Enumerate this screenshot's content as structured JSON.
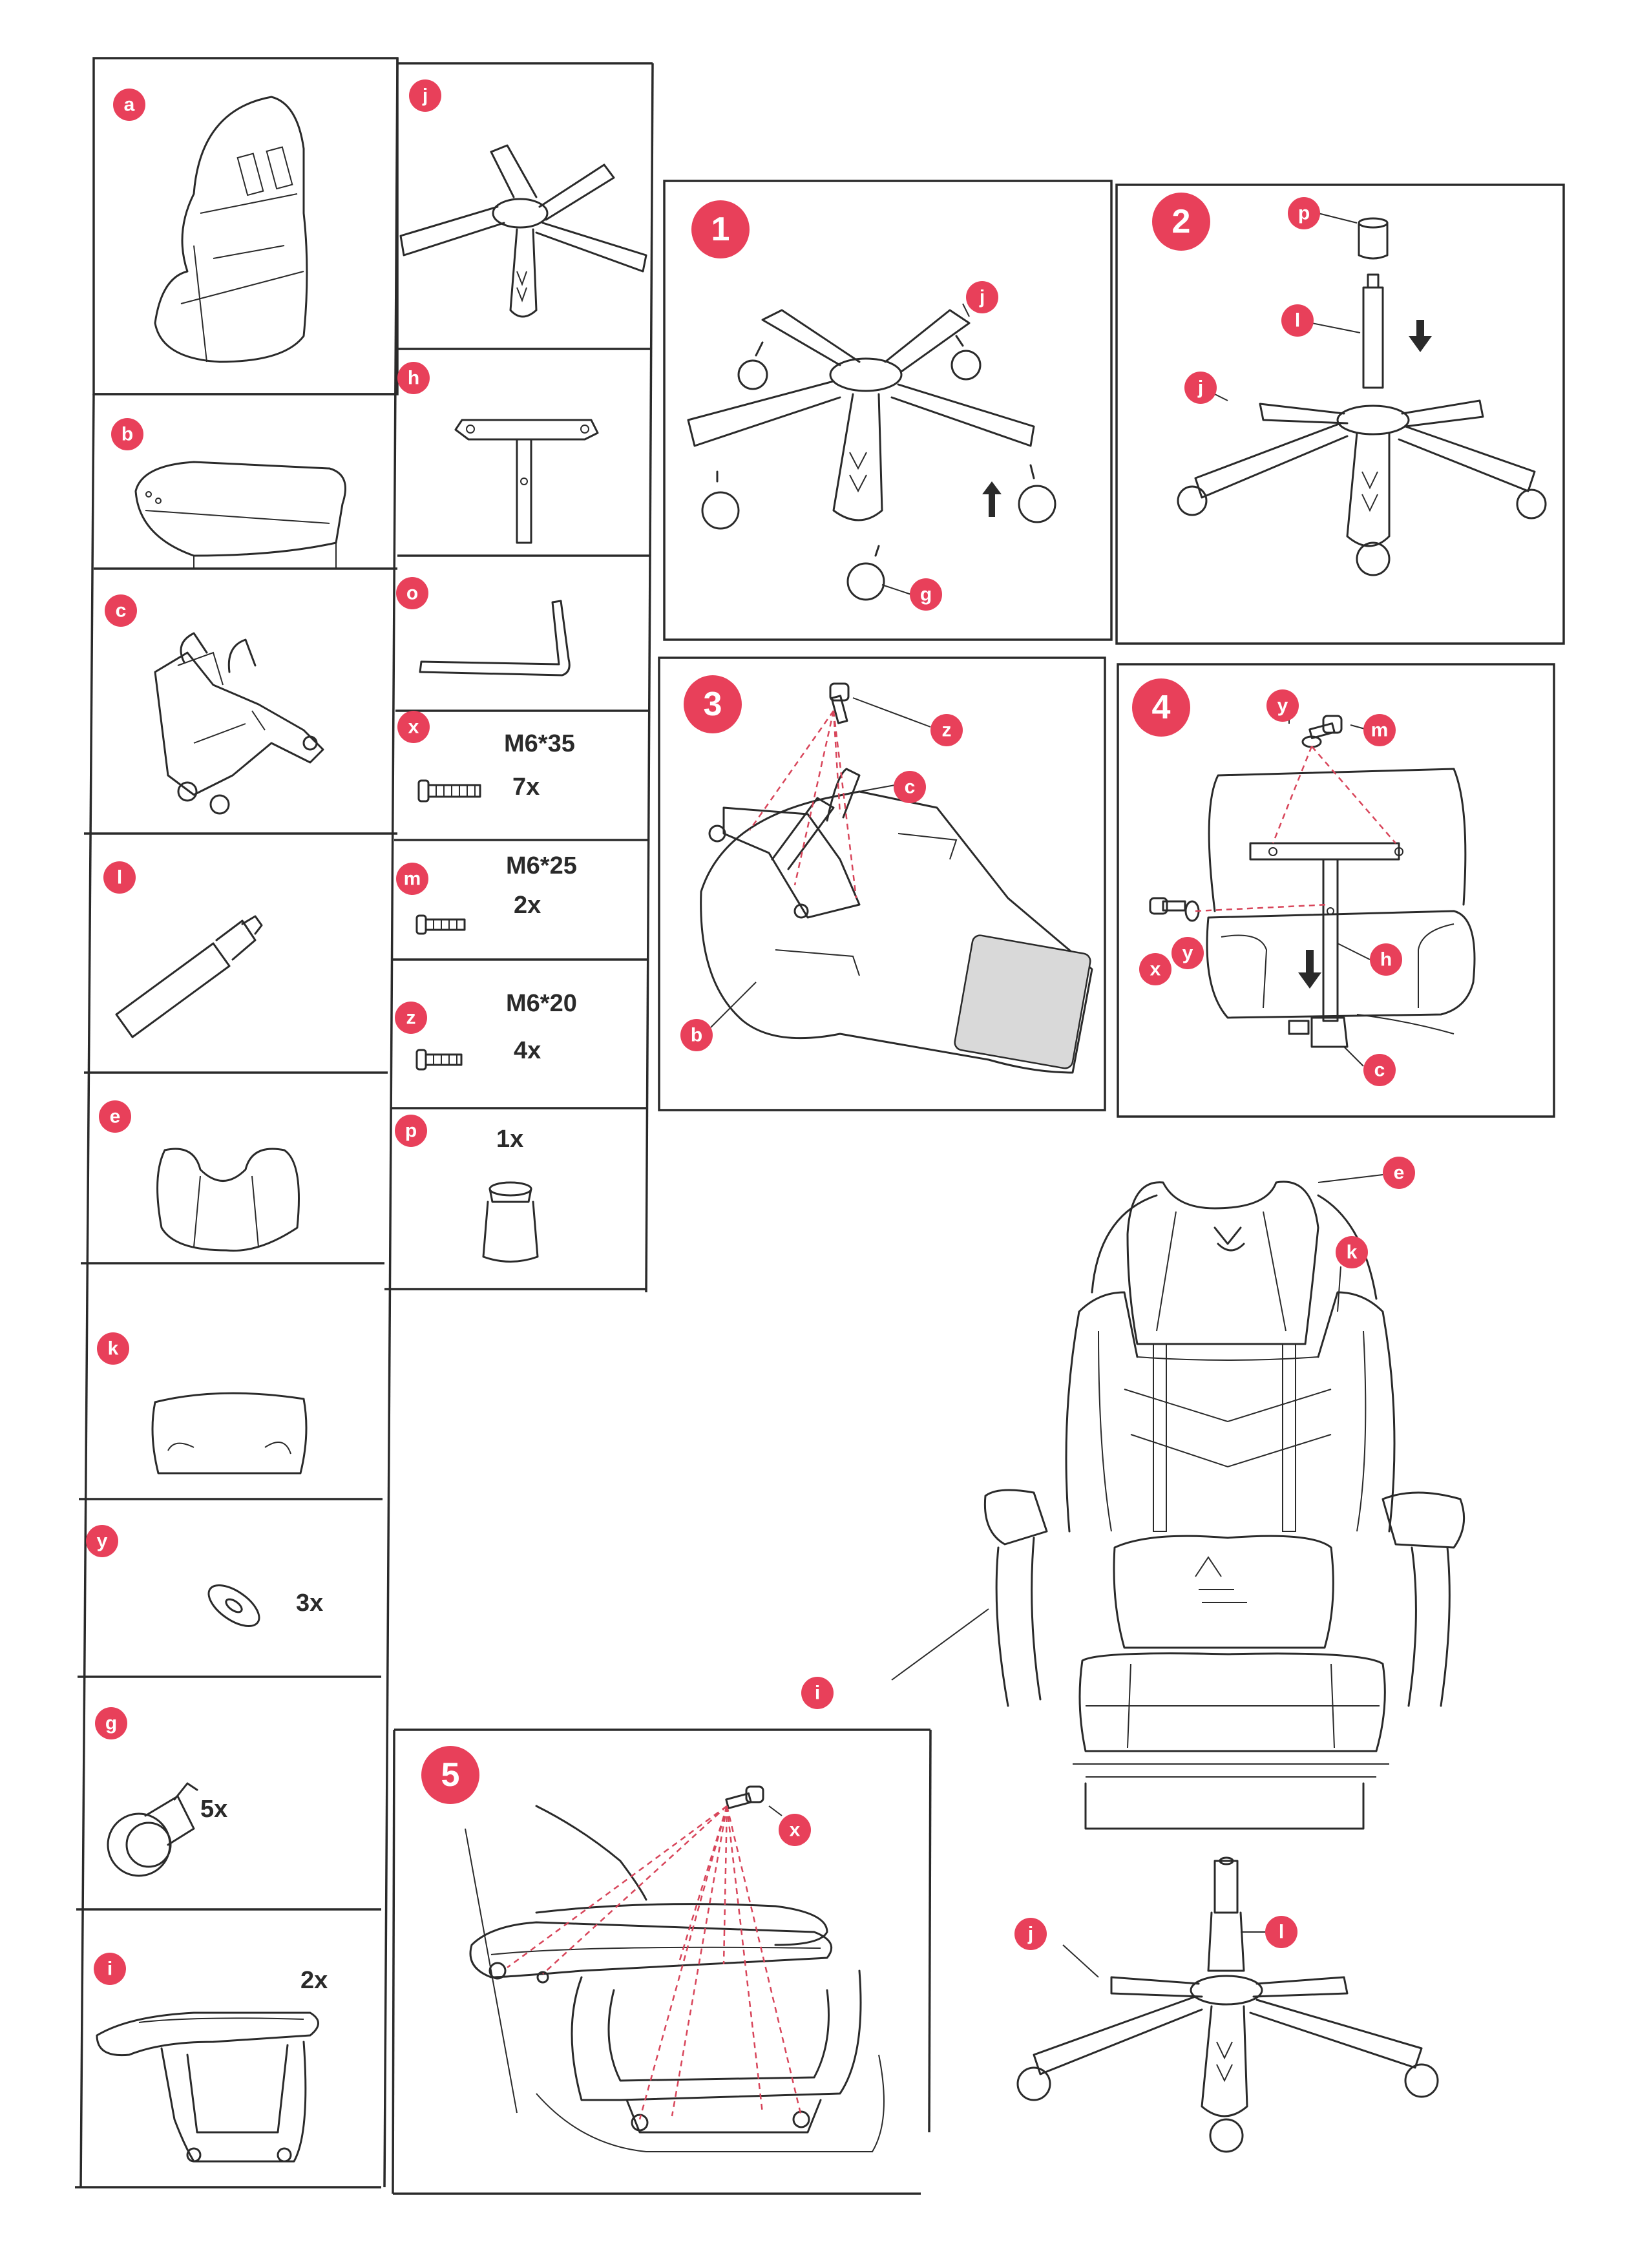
{
  "parts": [
    {
      "letter": "a"
    },
    {
      "letter": "b"
    },
    {
      "letter": "c"
    },
    {
      "letter": "l"
    },
    {
      "letter": "e"
    },
    {
      "letter": "k"
    },
    {
      "letter": "y",
      "qty": "3x"
    },
    {
      "letter": "g",
      "qty": "5x"
    },
    {
      "letter": "i",
      "qty": "2x"
    },
    {
      "letter": "j"
    },
    {
      "letter": "h"
    },
    {
      "letter": "o"
    },
    {
      "letter": "x",
      "spec": "M6*35",
      "qty": "7x"
    },
    {
      "letter": "m",
      "spec": "M6*25",
      "qty": "2x"
    },
    {
      "letter": "z",
      "spec": "M6*20",
      "qty": "4x"
    },
    {
      "letter": "p",
      "qty": "1x"
    }
  ],
  "steps": [
    {
      "number": "1",
      "labels": [
        "j",
        "g"
      ]
    },
    {
      "number": "2",
      "labels": [
        "p",
        "l",
        "j"
      ]
    },
    {
      "number": "3",
      "labels": [
        "z",
        "c",
        "b"
      ]
    },
    {
      "number": "4",
      "labels": [
        "y",
        "m",
        "x",
        "y",
        "h",
        "c"
      ]
    },
    {
      "number": "5",
      "labels": [
        "x"
      ]
    }
  ],
  "assembled": {
    "labels": [
      "e",
      "k",
      "i",
      "j",
      "l"
    ]
  },
  "colors": {
    "badge": "#e8405a",
    "line": "#2a2a2a",
    "dashed_guide": "#d8455a"
  }
}
